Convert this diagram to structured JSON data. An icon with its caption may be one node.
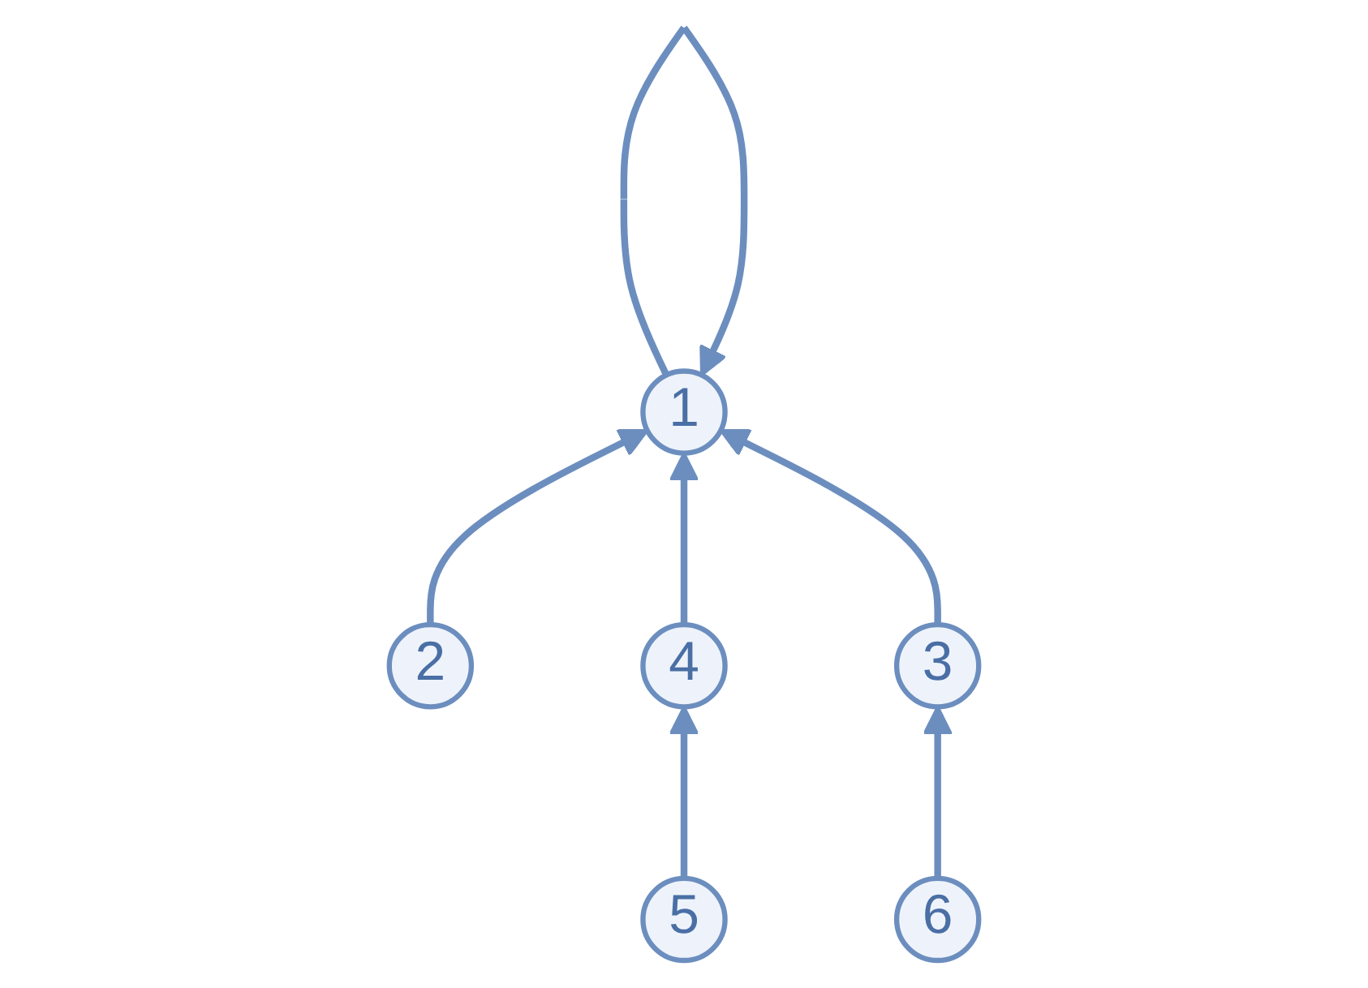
{
  "diagram": {
    "nodes": [
      {
        "text": [
          "1"
        ]
      },
      {
        "text": [
          "2"
        ]
      },
      {
        "text": [
          "4"
        ]
      },
      {
        "text": [
          "3"
        ]
      },
      {
        "text": [
          "5"
        ]
      },
      {
        "text": [
          "6"
        ]
      }
    ],
    "edges": [
      {
        "from": 0,
        "to": 0,
        "arrow": "to"
      },
      {
        "from": 1,
        "to": 0,
        "arrow": "to"
      },
      {
        "from": 2,
        "to": 0,
        "arrow": "to"
      },
      {
        "from": 3,
        "to": 0,
        "arrow": "to"
      },
      {
        "from": 4,
        "to": 2,
        "arrow": "to"
      },
      {
        "from": 5,
        "to": 3,
        "arrow": "to"
      }
    ]
  }
}
